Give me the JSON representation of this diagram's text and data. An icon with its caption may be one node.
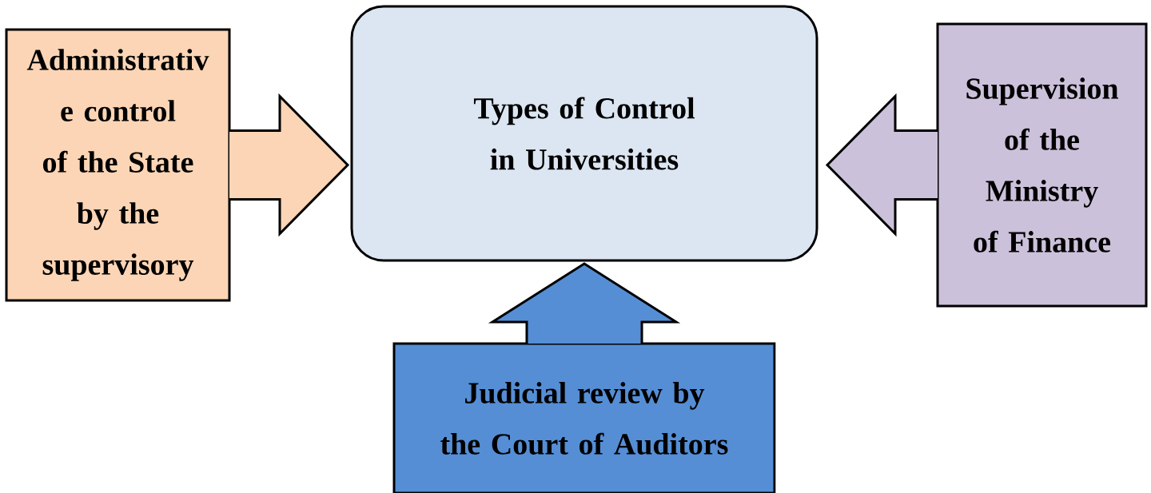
{
  "diagram": {
    "nodes": [
      {
        "text": [
          "Types of Control in Universities"
        ]
      },
      {
        "text": [
          "Administrativ e control of the State by the supervisory"
        ]
      },
      {
        "text": [
          "Supervision of the Ministry of Finance"
        ]
      },
      {
        "text": [
          "Judicial review by the Court of Auditors"
        ]
      }
    ],
    "edges": [
      {
        "from": 1,
        "to": 0,
        "arrow": "to"
      },
      {
        "from": 2,
        "to": 0,
        "arrow": "to"
      },
      {
        "from": 3,
        "to": 0,
        "arrow": "to"
      }
    ]
  }
}
